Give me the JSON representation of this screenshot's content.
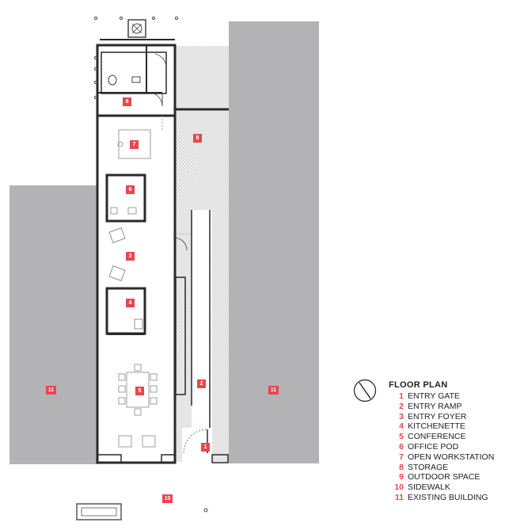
{
  "legend": {
    "title": "FLOOR PLAN",
    "items": [
      {
        "num": "1",
        "label": "ENTRY GATE"
      },
      {
        "num": "2",
        "label": "ENTRY RAMP"
      },
      {
        "num": "3",
        "label": "ENTRY FOYER"
      },
      {
        "num": "4",
        "label": "KITCHENETTE"
      },
      {
        "num": "5",
        "label": "CONFERENCE"
      },
      {
        "num": "6",
        "label": "OFFICE POD"
      },
      {
        "num": "7",
        "label": "OPEN WORKSTATION"
      },
      {
        "num": "8",
        "label": "STORAGE"
      },
      {
        "num": "9",
        "label": "OUTDOOR SPACE"
      },
      {
        "num": "10",
        "label": "SIDEWALK"
      },
      {
        "num": "11",
        "label": "EXISTING BUILDING"
      }
    ]
  },
  "tags": {
    "entry_gate": "1",
    "entry_ramp": "2",
    "entry_foyer": "3",
    "kitchenette": "4",
    "conference": "5",
    "office_pod": "6",
    "open_workstation": "7",
    "storage": "8",
    "outdoor_space": "9",
    "sidewalk": "10",
    "existing_building_left": "11",
    "existing_building_right": "11"
  },
  "colors": {
    "existing_building": "#b3b3b5",
    "tag": "#e8474f",
    "wall": "#2a2a2a",
    "paving": "#e6e6e6"
  },
  "icons": {
    "compass": "north-arrow-icon"
  }
}
